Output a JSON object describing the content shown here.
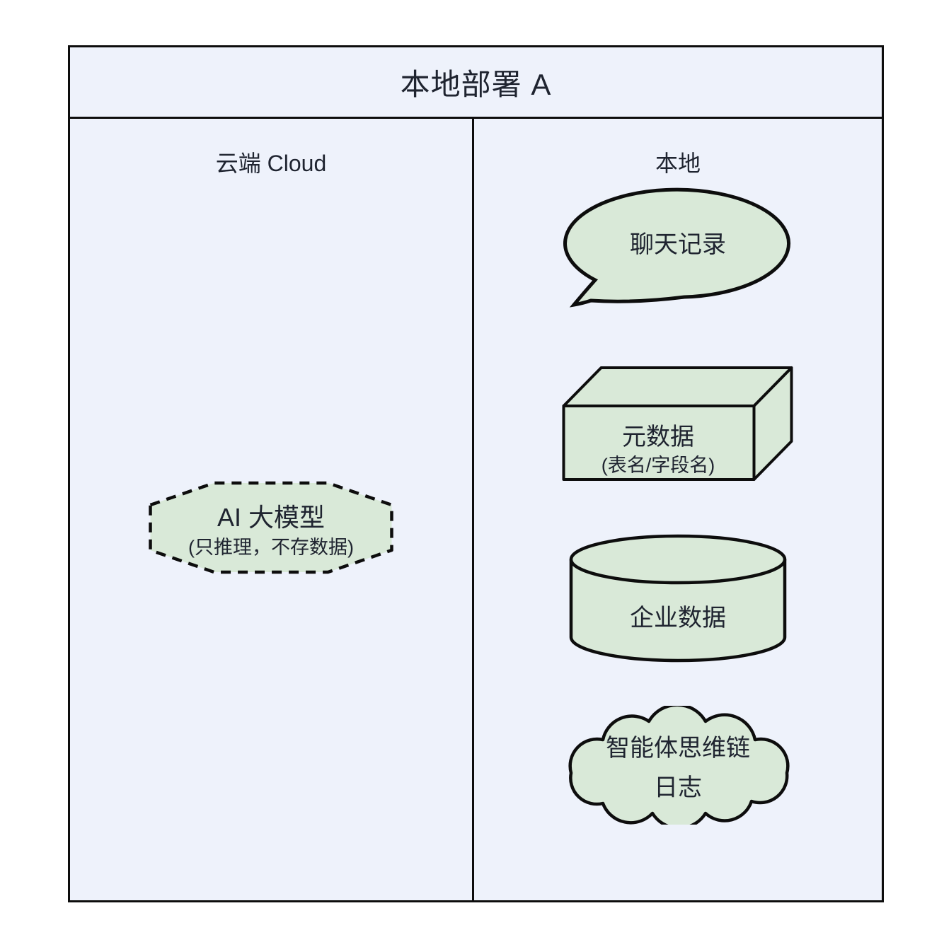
{
  "diagram": {
    "title": "本地部署 A",
    "colors": {
      "page_background": "#ffffff",
      "panel_fill": "#eef2fb",
      "node_fill": "#d9e9d8",
      "stroke": "#0d0d0d",
      "text": "#1f2430"
    },
    "columns": {
      "cloud": {
        "header": "云端 Cloud",
        "nodes": {
          "ai_model": {
            "shape": "dashed-octagon",
            "label": "AI 大模型",
            "sublabel": "(只推理，不存数据)"
          }
        }
      },
      "local": {
        "header": "本地",
        "nodes": {
          "chat_log": {
            "shape": "speech-bubble",
            "label": "聊天记录"
          },
          "metadata": {
            "shape": "3d-box",
            "label": "元数据",
            "sublabel": "(表名/字段名)"
          },
          "enterprise_data": {
            "shape": "database-cylinder",
            "label": "企业数据"
          },
          "agent_cot_log": {
            "shape": "cloud",
            "label": "智能体思维链",
            "label_line2": "日志"
          }
        }
      }
    }
  }
}
